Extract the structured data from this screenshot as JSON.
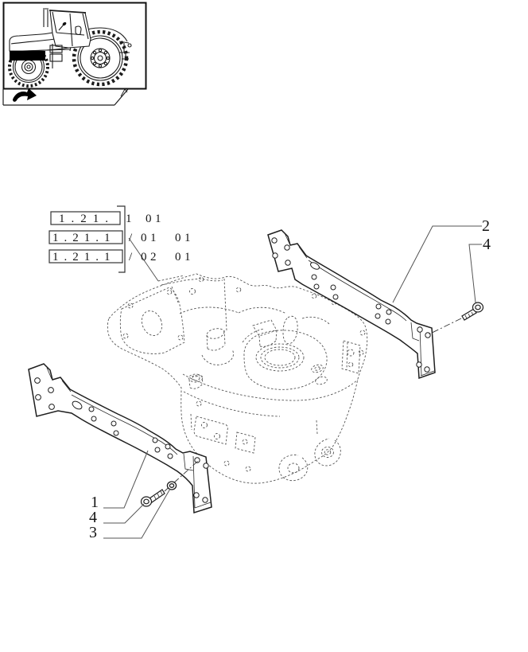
{
  "page": {
    "background": "#ffffff",
    "ink": "#1f1f1f",
    "dashed_ink": "#555555",
    "highlight": "#000000"
  },
  "thumbnail": {
    "icon": "tractor-side-view-line-art",
    "marker_icon": "front-structure-highlight-bar"
  },
  "nav": {
    "icon": "bent-arrow-page-marker"
  },
  "codes": {
    "row1": {
      "boxed": "1.21.",
      "part": "1",
      "sheet": "01"
    },
    "row2": {
      "boxed": "1.21.1",
      "slash": "/",
      "variant": "01",
      "sheet": "01"
    },
    "row3": {
      "boxed": "1.21.1",
      "slash": "/",
      "variant": "02",
      "sheet": "01"
    }
  },
  "callouts": {
    "bracket_left": "1",
    "bracket_right": "2",
    "washer": "3",
    "bolt_left": "4",
    "bolt_right": "4"
  }
}
